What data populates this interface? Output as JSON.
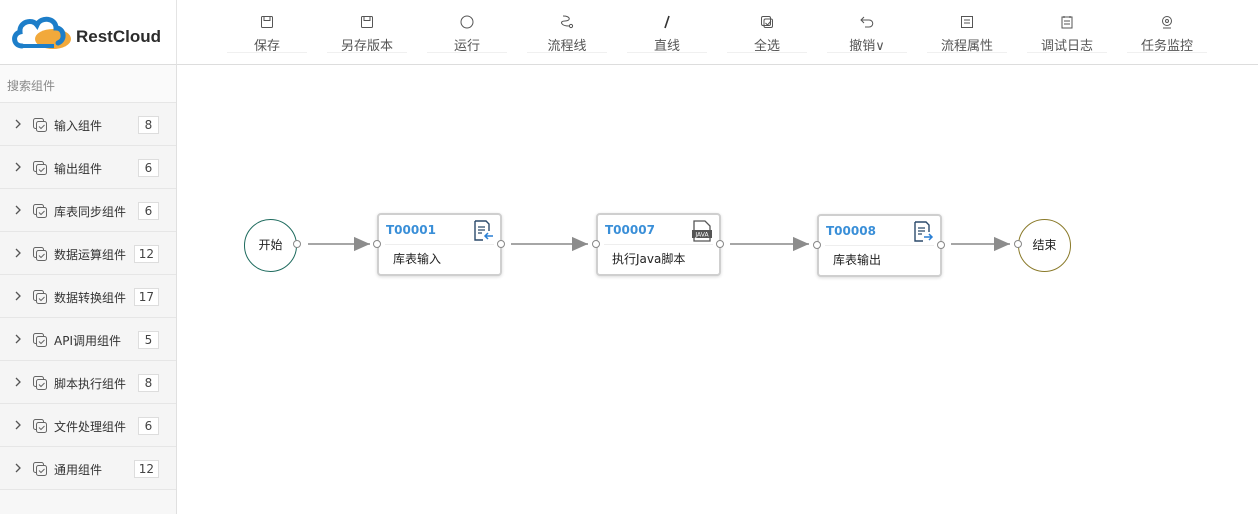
{
  "brand": {
    "name": "RestCloud"
  },
  "toolbar": [
    {
      "label": "保存",
      "icon": "save-icon"
    },
    {
      "label": "另存版本",
      "icon": "save-as-icon"
    },
    {
      "label": "运行",
      "icon": "run-icon"
    },
    {
      "label": "流程线",
      "icon": "flow-line-icon"
    },
    {
      "label": "直线",
      "icon": "straight-line-icon"
    },
    {
      "label": "全选",
      "icon": "select-all-icon"
    },
    {
      "label": "撤销∨",
      "icon": "undo-icon"
    },
    {
      "label": "流程属性",
      "icon": "flow-properties-icon"
    },
    {
      "label": "调试日志",
      "icon": "debug-log-icon"
    },
    {
      "label": "任务监控",
      "icon": "task-monitor-icon"
    }
  ],
  "sidebar": {
    "search_placeholder": "搜索组件",
    "categories": [
      {
        "name": "输入组件",
        "count": "8"
      },
      {
        "name": "输出组件",
        "count": "6"
      },
      {
        "name": "库表同步组件",
        "count": "6"
      },
      {
        "name": "数据运算组件",
        "count": "12"
      },
      {
        "name": "数据转换组件",
        "count": "17"
      },
      {
        "name": "API调用组件",
        "count": "5"
      },
      {
        "name": "脚本执行组件",
        "count": "8"
      },
      {
        "name": "文件处理组件",
        "count": "6"
      },
      {
        "name": "通用组件",
        "count": "12"
      }
    ]
  },
  "flow": {
    "start": {
      "label": "开始",
      "color": "#1e6b5e"
    },
    "end": {
      "label": "结束",
      "color": "#8a7a2a"
    },
    "tasks": [
      {
        "id": "T00001",
        "name": "库表输入",
        "icon": "table-input-icon"
      },
      {
        "id": "T00007",
        "name": "执行Java脚本",
        "icon": "java-file-icon"
      },
      {
        "id": "T00008",
        "name": "库表输出",
        "icon": "table-output-icon"
      }
    ]
  },
  "colors": {
    "accent": "#3a8fd8",
    "logo_blue": "#1d7ec9",
    "logo_orange": "#f2a93b"
  }
}
